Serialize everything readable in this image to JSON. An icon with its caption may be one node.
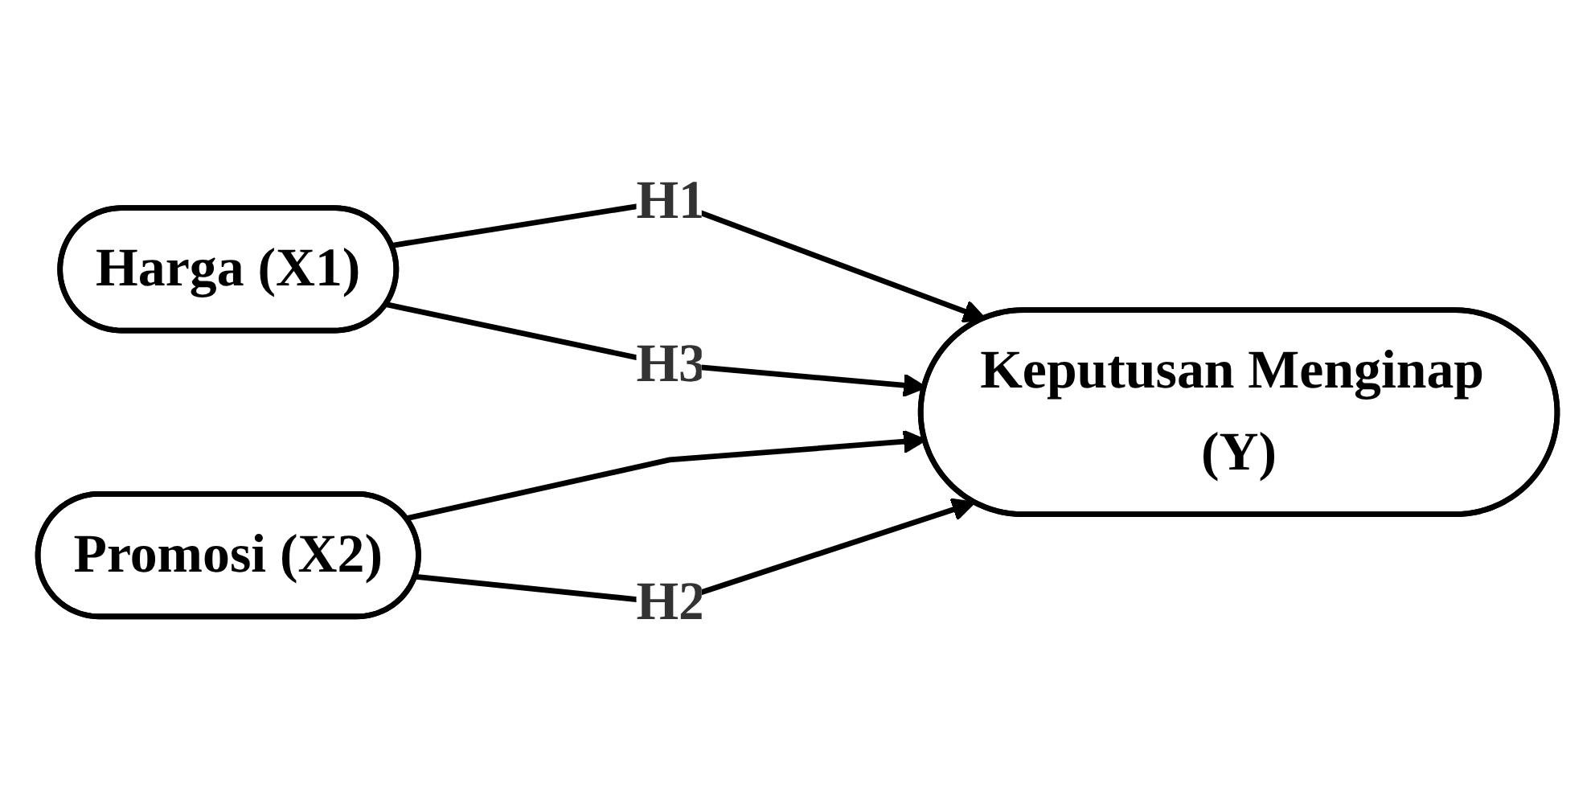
{
  "diagram": {
    "nodes": [
      {
        "text": [
          "Harga (X1)"
        ]
      },
      {
        "text": [
          "Promosi (X2)"
        ]
      },
      {
        "text": [
          "Keputusan Menginap (Y)"
        ]
      }
    ],
    "edges": [
      {
        "from": 0,
        "to": 2,
        "arrow": "to",
        "label": "H1"
      },
      {
        "from": 0,
        "to": 2,
        "arrow": "to",
        "label": "H3"
      },
      {
        "from": 1,
        "to": 2,
        "arrow": "to"
      },
      {
        "from": 1,
        "to": 2,
        "arrow": "to",
        "label": "H2"
      }
    ]
  }
}
